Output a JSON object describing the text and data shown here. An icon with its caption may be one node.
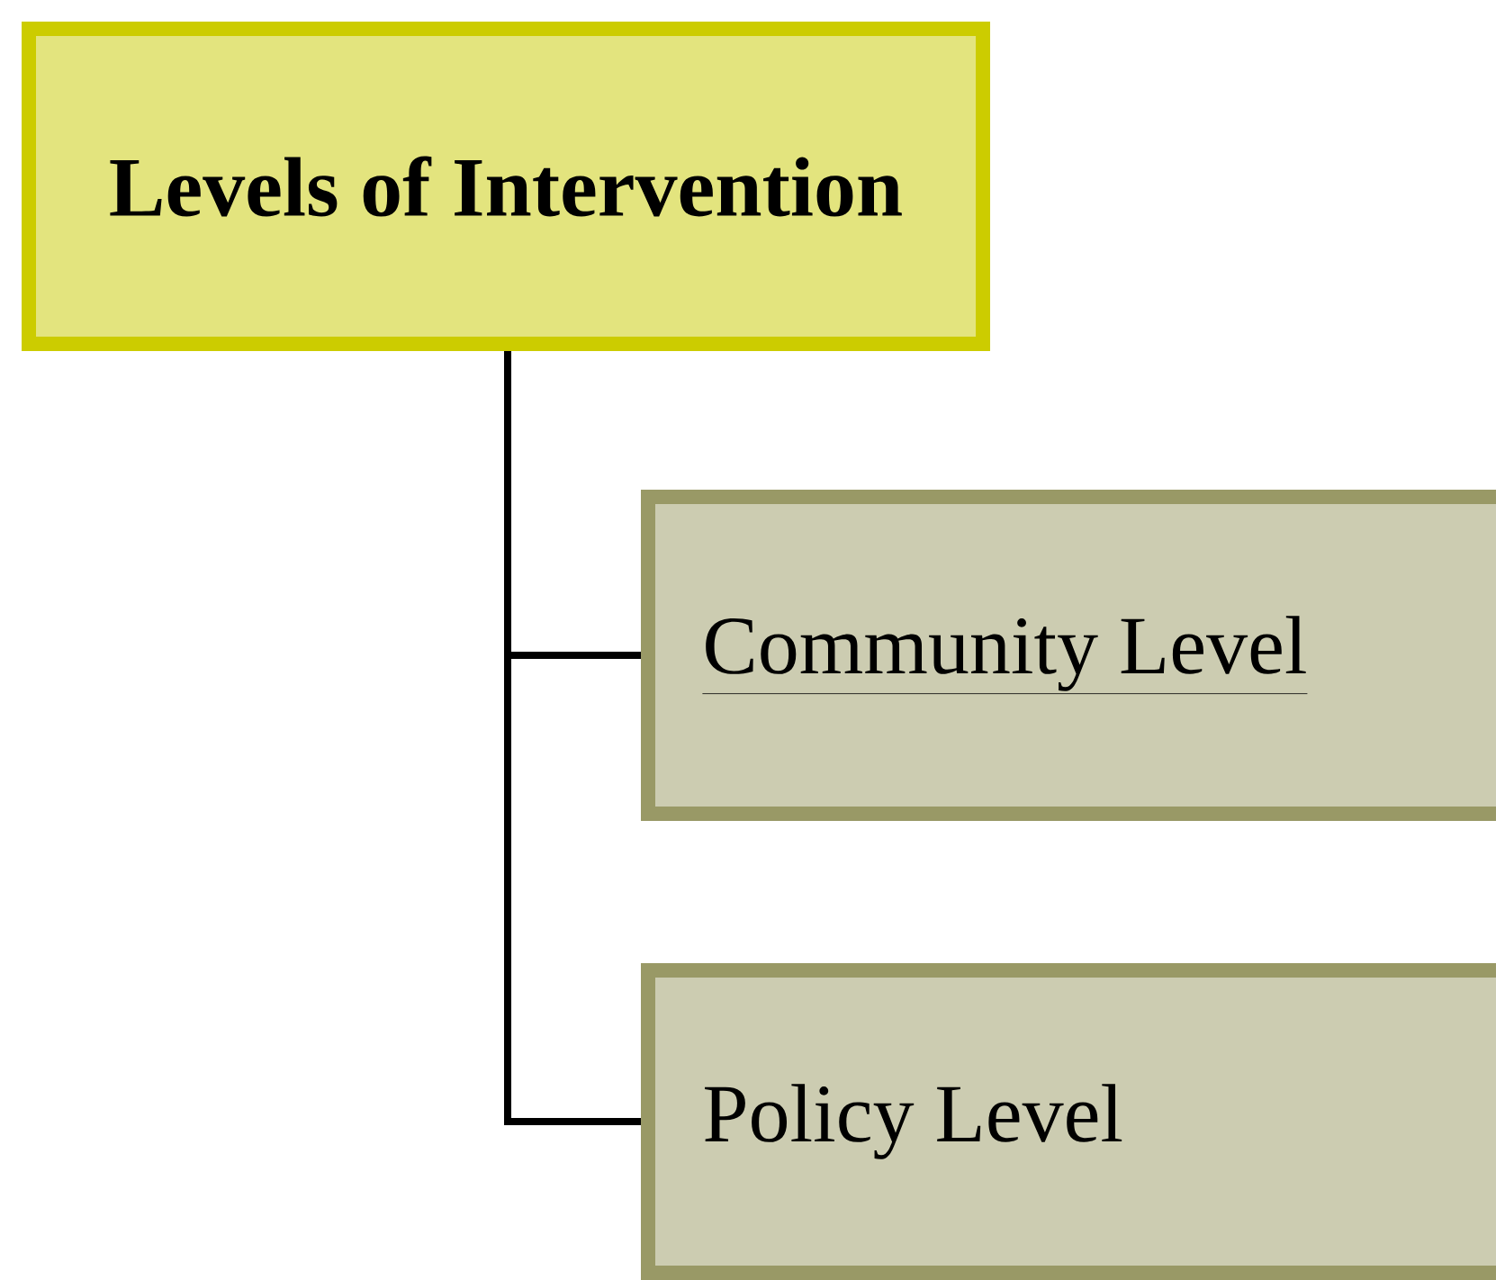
{
  "diagram": {
    "nodes": [
      {
        "text": [
          "Levels of Intervention"
        ]
      },
      {
        "text": [
          "Community Level"
        ]
      },
      {
        "text": [
          "Policy Level"
        ]
      }
    ],
    "edges": [
      {
        "from": 0,
        "to": 1,
        "arrow": "none"
      },
      {
        "from": 0,
        "to": 2,
        "arrow": "none"
      }
    ]
  }
}
